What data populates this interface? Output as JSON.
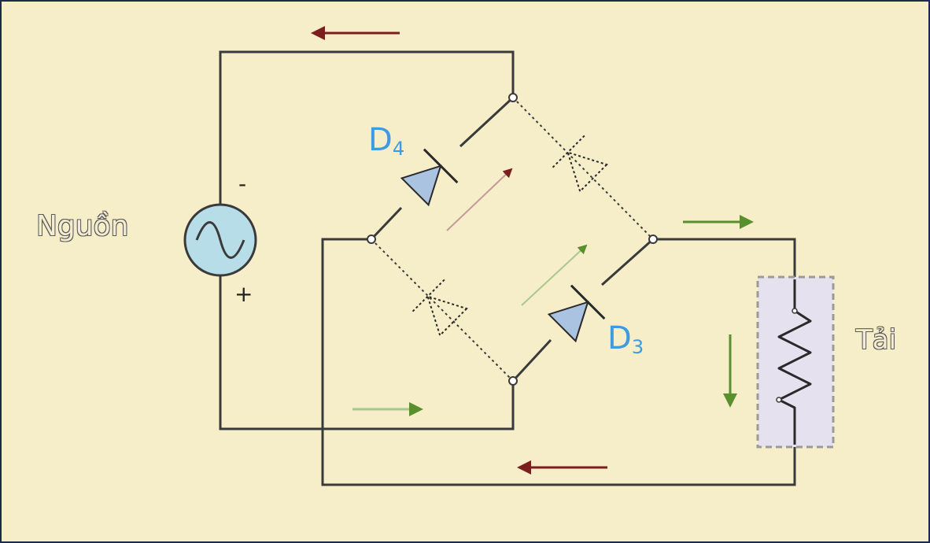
{
  "labels": {
    "source": "Nguồn",
    "load": "Tải",
    "source_minus": "-",
    "source_plus": "+"
  },
  "diodes": [
    {
      "id": "D",
      "sub": "4",
      "state": "conducting"
    },
    {
      "id": "D",
      "sub": "3",
      "state": "conducting"
    },
    {
      "id": "",
      "sub": "",
      "state": "blocking"
    },
    {
      "id": "",
      "sub": "",
      "state": "blocking"
    }
  ],
  "colors": {
    "background": "#f6edc9",
    "wire": "#3a3a3a",
    "diode_fill": "#a9c3e0",
    "source_fill": "#b7dde8",
    "arrow_red": "#7a1e1e",
    "arrow_green": "#5a8f2e",
    "label_blue": "#3f9be0",
    "load_box": "#e6e1ee"
  }
}
